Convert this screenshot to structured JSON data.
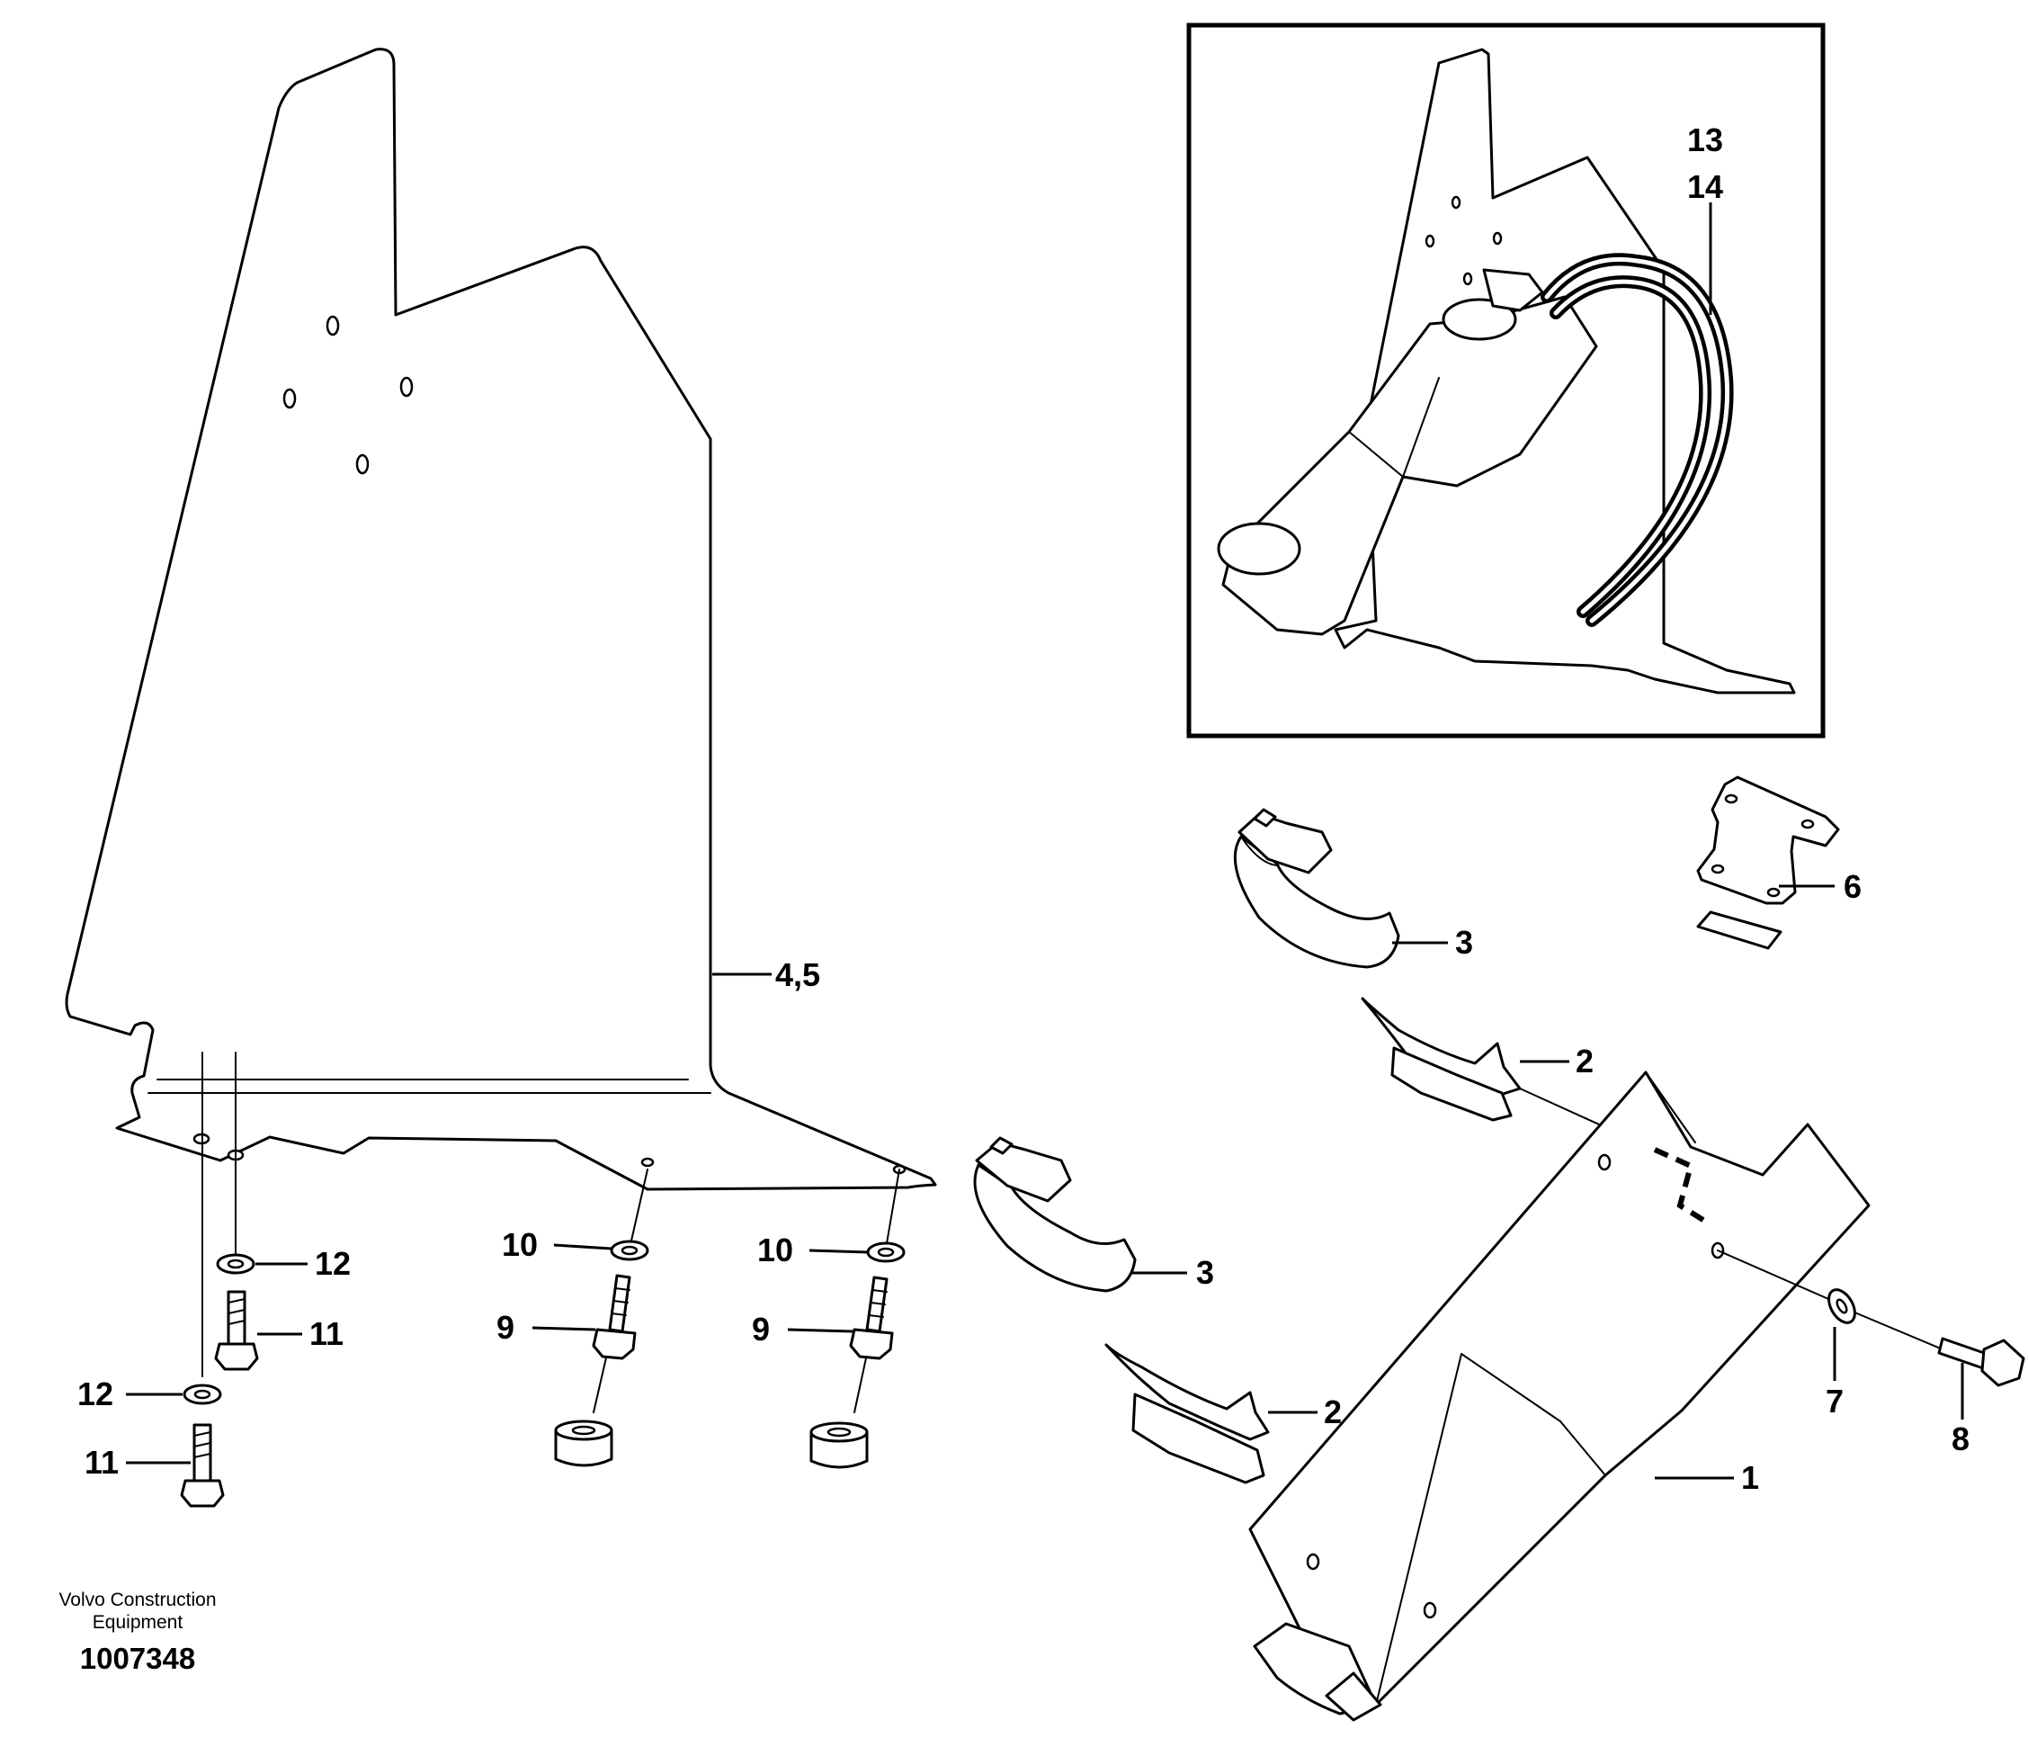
{
  "callouts": {
    "c13": "13",
    "c14": "14",
    "c6": "6",
    "c3a": "3",
    "c4_5": "4,5",
    "c2a": "2",
    "c3b": "3",
    "c2b": "2",
    "c12a": "12",
    "c11a": "11",
    "c12b": "12",
    "c11b": "11",
    "c10a": "10",
    "c9a": "9",
    "c10b": "10",
    "c9b": "9",
    "c7": "7",
    "c8": "8",
    "c1": "1"
  },
  "caption": {
    "line1": "Volvo Construction",
    "line2": "Equipment",
    "doc_number": "1007348"
  }
}
